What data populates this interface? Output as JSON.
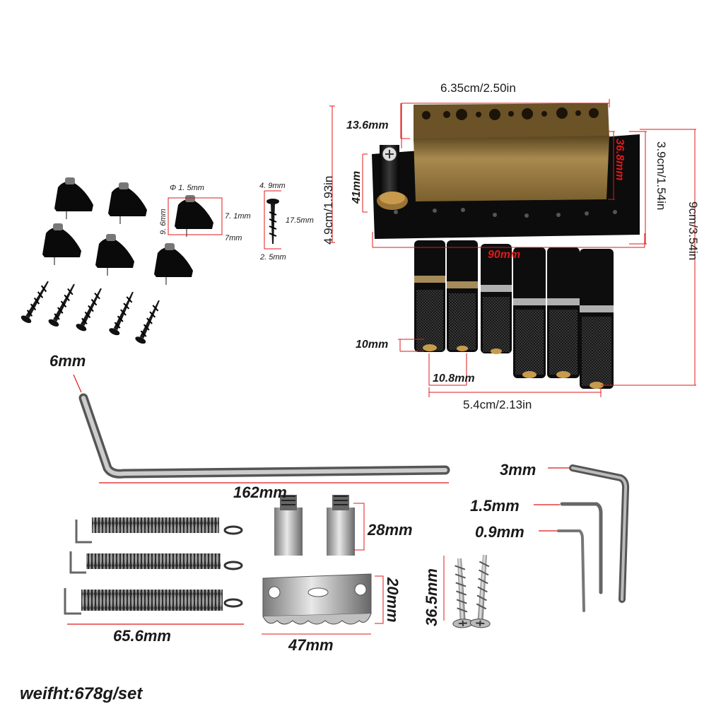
{
  "labels": {
    "top_width": "6.35cm/2.50in",
    "block_top": "13.6mm",
    "block_side": "36.8mm",
    "height_left": "4.9cm/1.93in",
    "stud_height": "41mm",
    "right_inner": "3.9cm/1.54in",
    "right_outer": "9cm/3.54in",
    "base_width": "90mm",
    "saddle_w1": "10mm",
    "saddle_w2": "10.8mm",
    "bottom_width": "5.4cm/2.13in",
    "cap_diameter": "Φ 1. 5mm",
    "cap_height": "9. 6mm",
    "cap_width": "7. 1mm",
    "cap_depth": "7mm",
    "screw_head": "4. 9mm",
    "screw_length": "17.5mm",
    "screw_shank": "2. 5mm",
    "arm_diameter": "6mm",
    "arm_length": "162mm",
    "stud_length": "28mm",
    "hex_3": "3mm",
    "hex_15": "1.5mm",
    "hex_09": "0.9mm",
    "spring_length": "65.6mm",
    "claw_height": "20mm",
    "claw_width": "47mm",
    "wood_screw": "36.5mm",
    "weight": "weifht:678g/set"
  },
  "colors": {
    "dimension_line": "#e01818",
    "metal_black": "#111111",
    "brass_block": "#8a6e3a",
    "chrome": "#b8b8b8"
  }
}
